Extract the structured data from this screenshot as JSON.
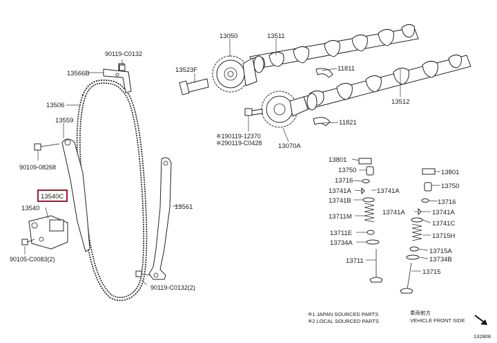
{
  "labels": {
    "p13050": "13050",
    "p13511": "13511",
    "p13523F": "13523F",
    "p11811": "11811",
    "p13512": "13512",
    "p11821": "11821",
    "p90119_C0132_top": "90119-C0132",
    "p13566B": "13566B",
    "p13506": "13506",
    "p13559": "13559",
    "p90109_08268": "90109-08268",
    "p13540C": "13540C",
    "p13540": "13540",
    "p90105_C0083": "90105-C0083(2)",
    "p13561": "13561",
    "p90119_C0132_bottom": "90119-C0132(2)",
    "p90119_12370": "※190119-12370",
    "p90119_C0428": "※290119-C0428",
    "p13070A": "13070A",
    "l13801": "13801",
    "l13750": "13750",
    "l13716": "13716",
    "l13741A_a": "13741A",
    "l13741A_b": "13741A",
    "l13741B": "13741B",
    "l13711M": "13711M",
    "l13711E": "13711E",
    "l13734A": "13734A",
    "l13711": "13711",
    "r13801": "13801",
    "r13750": "13750",
    "r13716": "13716",
    "r13741A_a": "13741A",
    "r13741A_b": "13741A",
    "r13741C": "13741C",
    "r13715H": "13715H",
    "r13715A": "13715A",
    "r13734B": "13734B",
    "r13715": "13715"
  },
  "notes": {
    "note1": "※1 JAPAN SOURCED PARTS",
    "note2": "※2 LOCAL SOURCED PARTS",
    "front_jp": "車両前方",
    "front_en": "VEHICLE FRONT SIDE",
    "diagram_id": "132808"
  },
  "colors": {
    "highlight_box": "#9b1c2e",
    "line": "#222222"
  }
}
